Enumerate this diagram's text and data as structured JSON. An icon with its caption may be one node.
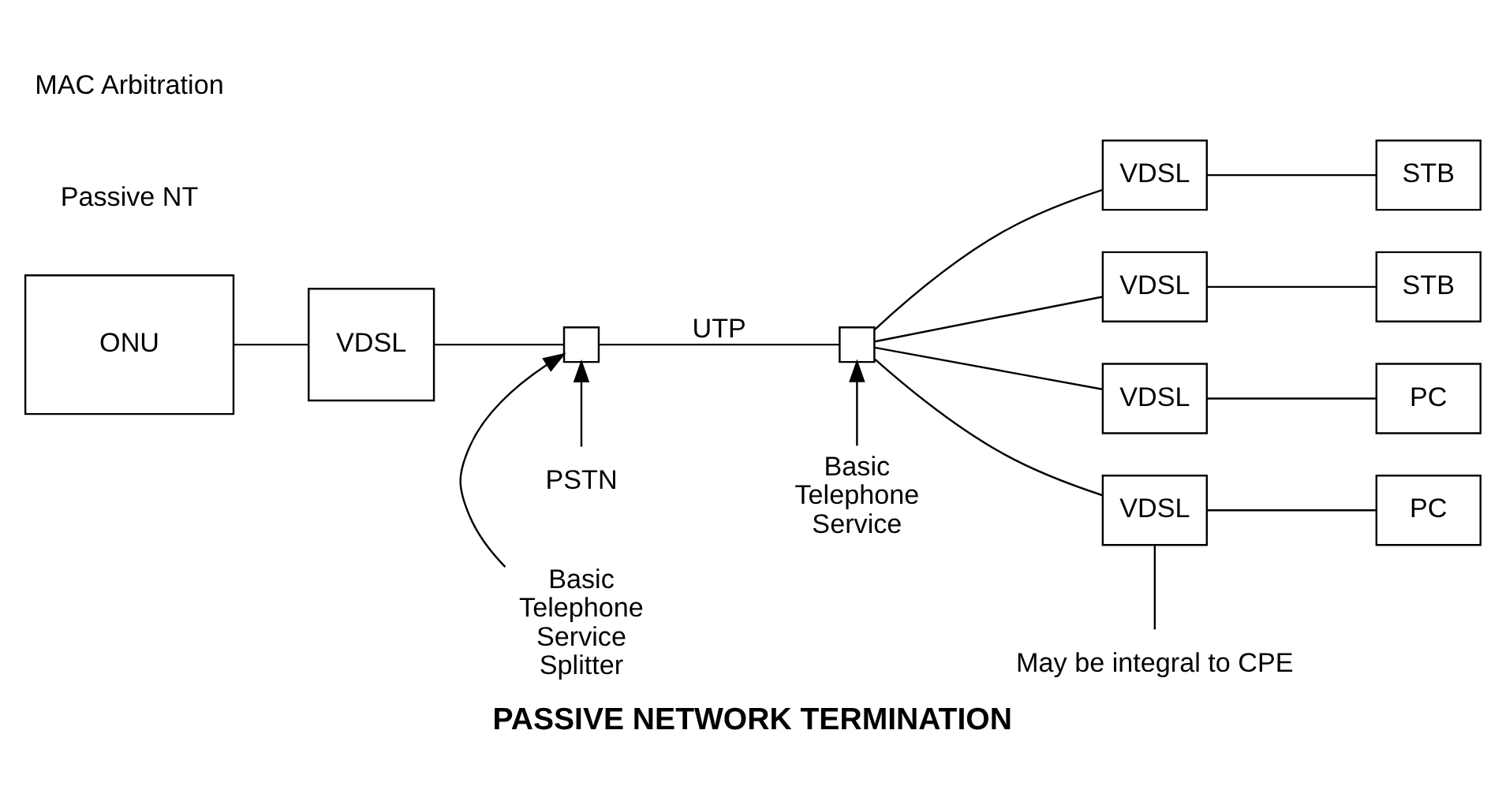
{
  "diagram": {
    "caption": "PASSIVE NETWORK TERMINATION",
    "nodes": [
      {
        "text": [
          "ONU"
        ]
      },
      {
        "text": [
          "VDSL"
        ]
      },
      {
        "text": [],
        "shape": "box"
      },
      {
        "text": [],
        "shape": "box"
      },
      {
        "text": [
          "VDSL"
        ]
      },
      {
        "text": [
          "STB"
        ]
      },
      {
        "text": [
          "VDSL"
        ]
      },
      {
        "text": [
          "STB"
        ]
      },
      {
        "text": [
          "VDSL"
        ]
      },
      {
        "text": [
          "PC"
        ]
      },
      {
        "text": [
          "VDSL"
        ]
      },
      {
        "text": [
          "PC"
        ]
      },
      {
        "text": [
          "PSTN"
        ]
      },
      {
        "text": [
          "Basic Telephone Service Splitter"
        ]
      },
      {
        "text": [
          "Basic Telephone Service"
        ]
      },
      {
        "text": [
          "May be integral to CPE"
        ]
      }
    ],
    "edges": [
      {
        "from": 0,
        "to": 1,
        "arrow": "none"
      },
      {
        "from": 1,
        "to": 2,
        "arrow": "none"
      },
      {
        "from": 2,
        "to": 3,
        "arrow": "none",
        "label": "UTP"
      },
      {
        "from": 3,
        "to": 4,
        "arrow": "none"
      },
      {
        "from": 3,
        "to": 6,
        "arrow": "none"
      },
      {
        "from": 3,
        "to": 8,
        "arrow": "none"
      },
      {
        "from": 3,
        "to": 10,
        "arrow": "none"
      },
      {
        "from": 4,
        "to": 5,
        "arrow": "none"
      },
      {
        "from": 6,
        "to": 7,
        "arrow": "none"
      },
      {
        "from": 8,
        "to": 9,
        "arrow": "none"
      },
      {
        "from": 10,
        "to": 11,
        "arrow": "none"
      },
      {
        "from": 12,
        "to": 2,
        "arrow": "to"
      },
      {
        "from": 13,
        "to": 2,
        "arrow": "to"
      },
      {
        "from": 14,
        "to": 3,
        "arrow": "to"
      },
      {
        "from": 15,
        "to": 10,
        "arrow": "none"
      }
    ],
    "labels": [
      "Passive NT",
      "MAC Arbitration"
    ]
  }
}
